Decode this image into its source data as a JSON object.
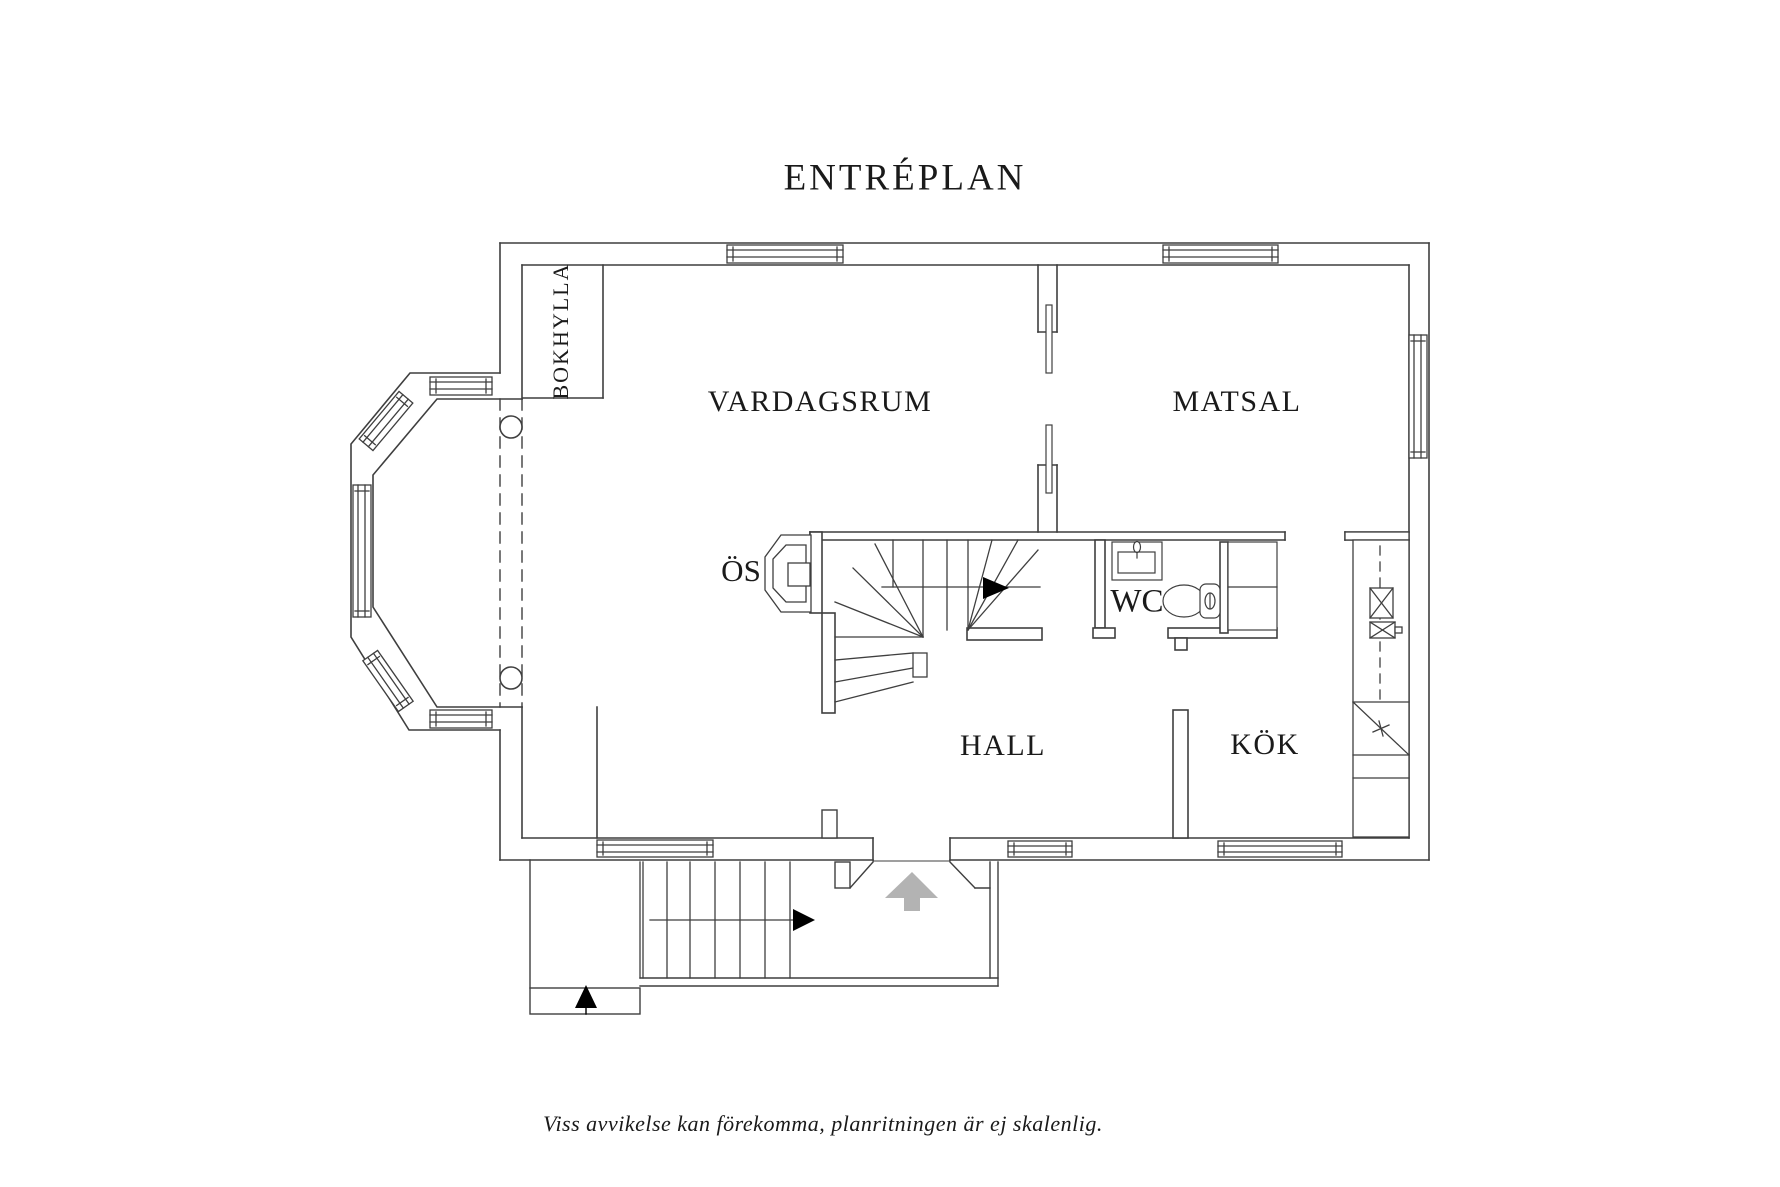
{
  "title": "ENTRÉPLAN",
  "rooms": {
    "vardagsrum": {
      "label": "VARDAGSRUM"
    },
    "matsal": {
      "label": "MATSAL"
    },
    "hall": {
      "label": "HALL"
    },
    "kok": {
      "label": "KÖK"
    },
    "wc": {
      "label": "WC"
    },
    "os": {
      "label": "ÖS"
    }
  },
  "fixtures": {
    "bokhylla": {
      "label": "BOKHYLLA"
    }
  },
  "footer": {
    "disclaimer": "Viss avvikelse kan förekomma, planritningen är ej skalenlig."
  },
  "colors": {
    "line": "#3f3f3f",
    "text": "#1a1a1a",
    "entry_arrow": "#b3b3b3",
    "stair_arrow": "#000000",
    "background": "#ffffff"
  }
}
